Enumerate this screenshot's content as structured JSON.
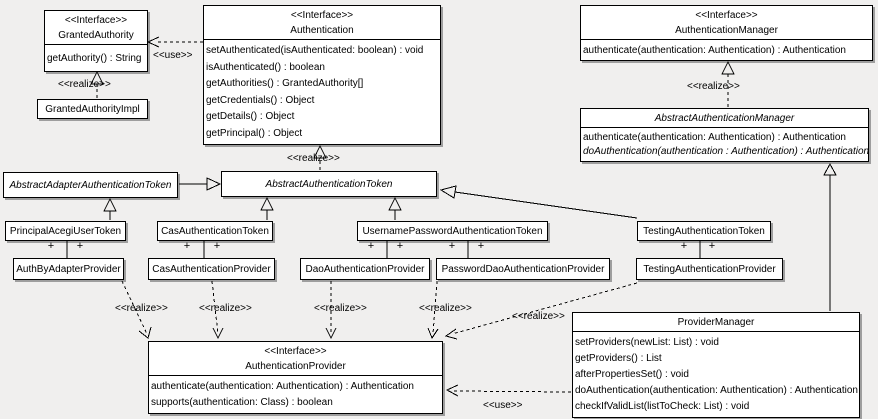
{
  "colors": {
    "background": "#f0efee",
    "box_fill": "#ffffff",
    "line": "#000000",
    "shadow": "#9e9e9e"
  },
  "labels": {
    "use": "<<use>>",
    "realize": "<<realize>>",
    "plus": "+"
  },
  "classes": {
    "granted_authority": {
      "stereotype": "<<Interface>>",
      "name": "GrantedAuthority",
      "methods": [
        "getAuthority() : String"
      ]
    },
    "granted_authority_impl": {
      "name": "GrantedAuthorityImpl"
    },
    "authentication": {
      "stereotype": "<<Interface>>",
      "name": "Authentication",
      "methods": [
        "setAuthenticated(isAuthenticated: boolean) : void",
        "isAuthenticated() : boolean",
        "getAuthorities() : GrantedAuthority[]",
        "getCredentials() : Object",
        "getDetails() : Object",
        "getPrincipal() : Object"
      ]
    },
    "authentication_manager": {
      "stereotype": "<<Interface>>",
      "name": "AuthenticationManager",
      "methods": [
        "authenticate(authentication: Authentication) : Authentication"
      ]
    },
    "abstract_authentication_manager": {
      "name": "AbstractAuthenticationManager",
      "methods": [
        "authenticate(authentication: Authentication) : Authentication",
        "doAuthentication(authentication : Authentication) : Authentication"
      ]
    },
    "abstract_adapter_authentication_token": {
      "name": "AbstractAdapterAuthenticationToken"
    },
    "abstract_authentication_token": {
      "name": "AbstractAuthenticationToken"
    },
    "principal_acegi_user_token": {
      "name": "PrincipalAcegiUserToken"
    },
    "cas_authentication_token": {
      "name": "CasAuthenticationToken"
    },
    "username_password_authentication_token": {
      "name": "UsernamePasswordAuthenticationToken"
    },
    "testing_authentication_token": {
      "name": "TestingAuthenticationToken"
    },
    "auth_by_adapter_provider": {
      "name": "AuthByAdapterProvider"
    },
    "cas_authentication_provider": {
      "name": "CasAuthenticationProvider"
    },
    "dao_authentication_provider": {
      "name": "DaoAuthenticationProvider"
    },
    "password_dao_authentication_provider": {
      "name": "PasswordDaoAuthenticationProvider"
    },
    "testing_authentication_provider": {
      "name": "TestingAuthenticationProvider"
    },
    "authentication_provider": {
      "stereotype": "<<Interface>>",
      "name": "AuthenticationProvider",
      "methods": [
        "authenticate(authentication: Authentication) : Authentication",
        "supports(authentication: Class) : boolean"
      ]
    },
    "provider_manager": {
      "name": "ProviderManager",
      "methods": [
        "setProviders(newList: List) : void",
        "getProviders() : List",
        "afterPropertiesSet() : void",
        "doAuthentication(authentication: Authentication) : Authentication",
        "checkIfValidList(listToCheck: List) : void"
      ]
    }
  }
}
